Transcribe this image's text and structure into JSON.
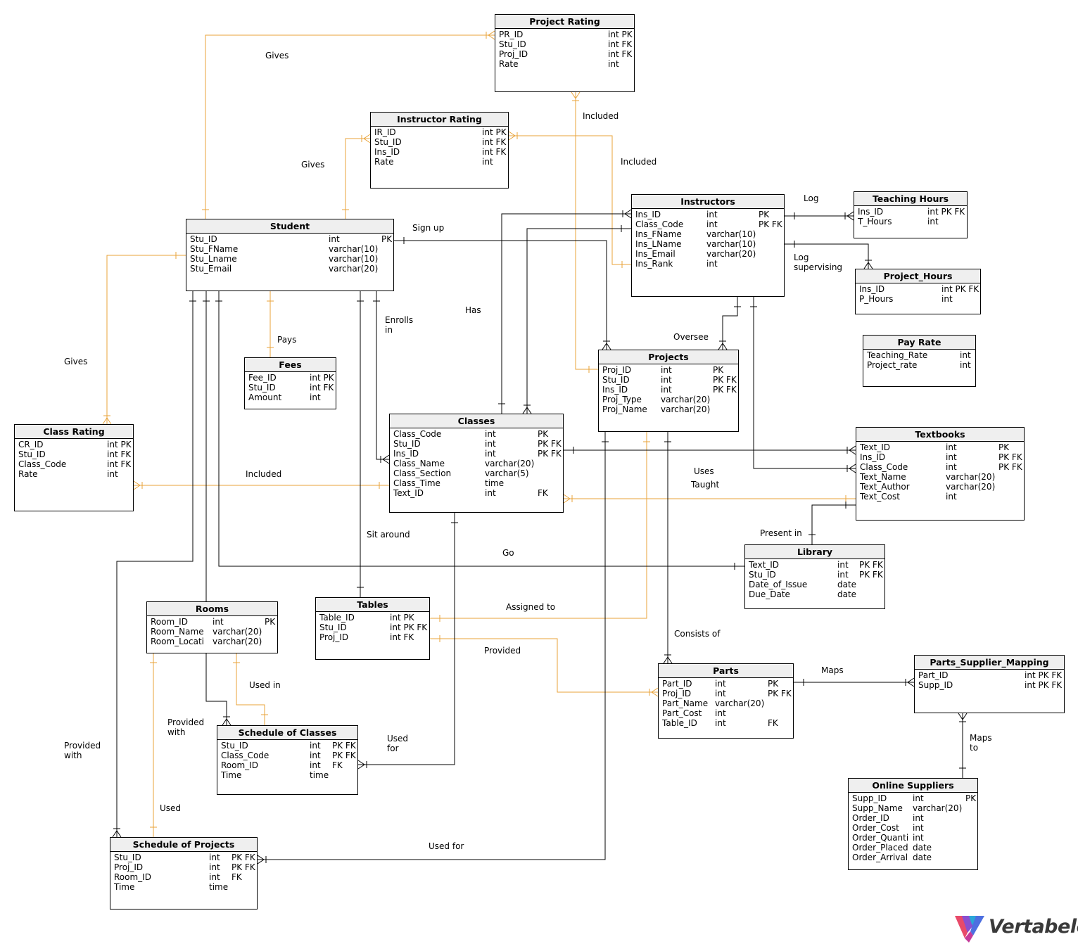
{
  "colors": {
    "black": "#000000",
    "orange": "#e8a33a",
    "header": "#efefef"
  },
  "entities": {
    "project_rating": {
      "name": "Project Rating",
      "rows": [
        [
          "PR_ID",
          "int PK"
        ],
        [
          "Stu_ID",
          "int FK"
        ],
        [
          "Proj_ID",
          "int FK"
        ],
        [
          "Rate",
          "int"
        ]
      ]
    },
    "instructor_rating": {
      "name": "Instructor Rating",
      "rows": [
        [
          "IR_ID",
          "int PK"
        ],
        [
          "Stu_ID",
          "int FK"
        ],
        [
          "Ins_ID",
          "int FK"
        ],
        [
          "Rate",
          "int"
        ]
      ]
    },
    "instructors": {
      "name": "Instructors",
      "rows": [
        [
          "Ins_ID",
          "int",
          "PK"
        ],
        [
          "Class_Code",
          "int",
          "PK FK"
        ],
        [
          "Ins_FName",
          "varchar(10)",
          ""
        ],
        [
          "Ins_LName",
          "varchar(10)",
          ""
        ],
        [
          "Ins_Email",
          "varchar(20)",
          ""
        ],
        [
          "Ins_Rank",
          "int",
          ""
        ]
      ]
    },
    "teaching_hours": {
      "name": "Teaching Hours",
      "rows": [
        [
          "Ins_ID",
          "int PK FK"
        ],
        [
          "T_Hours",
          "int"
        ]
      ]
    },
    "student": {
      "name": "Student",
      "rows": [
        [
          "Stu_ID",
          "int",
          "PK"
        ],
        [
          "Stu_FName",
          "varchar(10)",
          ""
        ],
        [
          "Stu_Lname",
          "varchar(10)",
          ""
        ],
        [
          "Stu_Email",
          "varchar(20)",
          ""
        ]
      ]
    },
    "project_hours": {
      "name": "Project_Hours",
      "rows": [
        [
          "Ins_ID",
          "int PK FK"
        ],
        [
          "P_Hours",
          "int"
        ]
      ]
    },
    "fees": {
      "name": "Fees",
      "rows": [
        [
          "Fee_ID",
          "int PK"
        ],
        [
          "Stu_ID",
          "int FK"
        ],
        [
          "Amount",
          "int"
        ]
      ]
    },
    "projects": {
      "name": "Projects",
      "rows": [
        [
          "Proj_ID",
          "int",
          "PK"
        ],
        [
          "Stu_ID",
          "int",
          "PK FK"
        ],
        [
          "Ins_ID",
          "int",
          "PK FK"
        ],
        [
          "Proj_Type",
          "varchar(20)",
          ""
        ],
        [
          "Proj_Name",
          "varchar(20)",
          ""
        ]
      ]
    },
    "pay_rate": {
      "name": "Pay Rate",
      "rows": [
        [
          "Teaching_Rate",
          "int"
        ],
        [
          "Project_rate",
          "int"
        ]
      ]
    },
    "class_rating": {
      "name": "Class Rating",
      "rows": [
        [
          "CR_ID",
          "int PK"
        ],
        [
          "Stu_ID",
          "int FK"
        ],
        [
          "Class_Code",
          "int FK"
        ],
        [
          "Rate",
          "int"
        ]
      ]
    },
    "classes": {
      "name": "Classes",
      "rows": [
        [
          "Class_Code",
          "int",
          "PK"
        ],
        [
          "Stu_ID",
          "int",
          "PK FK"
        ],
        [
          "Ins_ID",
          "int",
          "PK FK"
        ],
        [
          "Class_Name",
          "varchar(20)",
          ""
        ],
        [
          "Class_Section",
          "varchar(5)",
          ""
        ],
        [
          "Class_Time",
          "time",
          ""
        ],
        [
          "Text_ID",
          "int",
          "FK"
        ]
      ]
    },
    "textbooks": {
      "name": "Textbooks",
      "rows": [
        [
          "Text_ID",
          "int",
          "PK"
        ],
        [
          "Ins_ID",
          "int",
          "PK FK"
        ],
        [
          "Class_Code",
          "int",
          "PK FK"
        ],
        [
          "Text_Name",
          "varchar(20)",
          ""
        ],
        [
          "Text_Author",
          "varchar(20)",
          ""
        ],
        [
          "Text_Cost",
          "int",
          ""
        ]
      ]
    },
    "library": {
      "name": "Library",
      "rows": [
        [
          "Text_ID",
          "int",
          "PK FK"
        ],
        [
          "Stu_ID",
          "int",
          "PK FK"
        ],
        [
          "Date_of_Issue",
          "date",
          ""
        ],
        [
          "Due_Date",
          "date",
          ""
        ]
      ]
    },
    "rooms": {
      "name": "Rooms",
      "rows": [
        [
          "Room_ID",
          "int",
          "PK"
        ],
        [
          "Room_Name",
          "varchar(20)",
          ""
        ],
        [
          "Room_Locati",
          "varchar(20)",
          ""
        ]
      ]
    },
    "tables": {
      "name": "Tables",
      "rows": [
        [
          "Table_ID",
          "int PK"
        ],
        [
          "Stu_ID",
          "int PK FK"
        ],
        [
          "Proj_ID",
          "int FK"
        ]
      ]
    },
    "parts": {
      "name": "Parts",
      "rows": [
        [
          "Part_ID",
          "int",
          "PK"
        ],
        [
          "Proj_ID",
          "int",
          "PK FK"
        ],
        [
          "Part_Name",
          "varchar(20)",
          ""
        ],
        [
          "Part_Cost",
          "int",
          ""
        ],
        [
          "Table_ID",
          "int",
          "FK"
        ]
      ]
    },
    "parts_supplier_mapping": {
      "name": "Parts_Supplier_Mapping",
      "rows": [
        [
          "Part_ID",
          "int PK FK"
        ],
        [
          "Supp_ID",
          "int PK FK"
        ]
      ]
    },
    "schedule_of_classes": {
      "name": "Schedule of Classes",
      "rows": [
        [
          "Stu_ID",
          "int",
          "PK FK"
        ],
        [
          "Class_Code",
          "int",
          "PK FK"
        ],
        [
          "Room_ID",
          "int",
          "FK"
        ],
        [
          "Time",
          "time",
          ""
        ]
      ]
    },
    "online_suppliers": {
      "name": "Online Suppliers",
      "rows": [
        [
          "Supp_ID",
          "int",
          "PK"
        ],
        [
          "Supp_Name",
          "varchar(20)",
          ""
        ],
        [
          "Order_ID",
          "int",
          ""
        ],
        [
          "Order_Cost",
          "int",
          ""
        ],
        [
          "Order_Quanti",
          "int",
          ""
        ],
        [
          "Order_Placed",
          "date",
          ""
        ],
        [
          "Order_Arrival",
          "date",
          ""
        ]
      ]
    },
    "schedule_of_projects": {
      "name": "Schedule of Projects",
      "rows": [
        [
          "Stu_ID",
          "int",
          "PK FK"
        ],
        [
          "Proj_ID",
          "int",
          "PK FK"
        ],
        [
          "Room_ID",
          "int",
          "FK"
        ],
        [
          "Time",
          "time",
          ""
        ]
      ]
    }
  },
  "relationship_labels": {
    "gives_project_rating": "Gives",
    "included_project_rating": "Included",
    "gives_instructor_rating": "Gives",
    "included_instructor_rating": "Included",
    "log": "Log",
    "log_supervising": "Log\nsupervising",
    "sign_up": "Sign up",
    "has": "Has",
    "enrolls_in": "Enrolls\nin",
    "pays": "Pays",
    "oversee": "Oversee",
    "gives_class_rating": "Gives",
    "included_class_rating": "Included",
    "uses": "Uses",
    "taught": "Taught",
    "sit_around": "Sit around",
    "present_in": "Present in",
    "go": "Go",
    "assigned_to": "Assigned to",
    "consists_of": "Consists of",
    "used_in": "Used in",
    "provided": "Provided",
    "maps": "Maps",
    "provided_with_schedule": "Provided\nwith",
    "used_for_classes": "Used\nfor",
    "maps_to": "Maps\nto",
    "provided_with_projects": "Provided\nwith",
    "used": "Used",
    "used_for_projects": "Used for"
  },
  "logo": {
    "text": "Vertabelo"
  }
}
